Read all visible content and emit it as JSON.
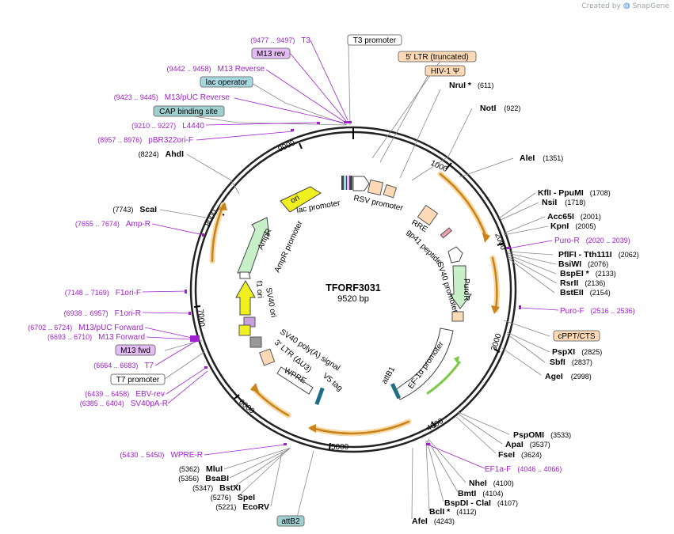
{
  "credit": {
    "prefix": "Created by",
    "brand": "SnapGene"
  },
  "center": {
    "name": "TFORF3031",
    "length": "9520 bp"
  },
  "ticks": [
    "1000",
    "2000",
    "3000",
    "4000",
    "5000",
    "6000",
    "7000",
    "8000",
    "9000"
  ],
  "right_sites": [
    {
      "name": "NruI *",
      "pos": "(611)"
    },
    {
      "name": "NotI",
      "pos": "(922)"
    },
    {
      "name": "AleI",
      "pos": "(1351)"
    },
    {
      "name": "KflI - PpuMI",
      "pos": "(1708)"
    },
    {
      "name": "NsiI",
      "pos": "(1718)"
    },
    {
      "name": "Acc65I",
      "pos": "(2001)"
    },
    {
      "name": "KpnI",
      "pos": "(2005)"
    },
    {
      "name": "PflFI - Tth111I",
      "pos": "(2062)"
    },
    {
      "name": "BsiWI",
      "pos": "(2076)"
    },
    {
      "name": "BspEI *",
      "pos": "(2133)"
    },
    {
      "name": "RsrII",
      "pos": "(2136)"
    },
    {
      "name": "BstEII",
      "pos": "(2154)"
    },
    {
      "name": "PspXI",
      "pos": "(2825)"
    },
    {
      "name": "SbfI",
      "pos": "(2837)"
    },
    {
      "name": "AgeI",
      "pos": "(2998)"
    },
    {
      "name": "PspOMI",
      "pos": "(3533)"
    },
    {
      "name": "ApaI",
      "pos": "(3537)"
    },
    {
      "name": "FseI",
      "pos": "(3624)"
    },
    {
      "name": "NheI",
      "pos": "(4100)"
    },
    {
      "name": "BmtI",
      "pos": "(4104)"
    },
    {
      "name": "BspDI - ClaI",
      "pos": "(4107)"
    },
    {
      "name": "BclI *",
      "pos": "(4112)"
    },
    {
      "name": "AfeI",
      "pos": "(4243)"
    }
  ],
  "left_sites": [
    {
      "name": "AhdI",
      "pos": "(8224)"
    },
    {
      "name": "ScaI",
      "pos": "(7743)"
    },
    {
      "name": "MluI",
      "pos": "(5362)"
    },
    {
      "name": "BsaBI",
      "pos": "(5356)"
    },
    {
      "name": "BstXI",
      "pos": "(5347)"
    },
    {
      "name": "SpeI",
      "pos": "(5276)"
    },
    {
      "name": "EcoRV",
      "pos": "(5221)"
    }
  ],
  "primers": [
    {
      "name": "T3",
      "pos": "(9477 .. 9497)"
    },
    {
      "name": "M13 Reverse",
      "pos": "(9442 .. 9458)"
    },
    {
      "name": "M13/pUC Reverse",
      "pos": "(9423 .. 9445)"
    },
    {
      "name": "L4440",
      "pos": "(9210 .. 9227)"
    },
    {
      "name": "pBR322ori-F",
      "pos": "(8957 .. 8976)"
    },
    {
      "name": "Amp-R",
      "pos": "(7655 .. 7674)"
    },
    {
      "name": "F1ori-F",
      "pos": "(7148 .. 7169)"
    },
    {
      "name": "F1ori-R",
      "pos": "(6938 .. 6957)"
    },
    {
      "name": "M13/pUC Forward",
      "pos": "(6702 .. 6724)"
    },
    {
      "name": "M13 Forward",
      "pos": "(6693 .. 6710)"
    },
    {
      "name": "T7",
      "pos": "(6664 .. 6683)"
    },
    {
      "name": "EBV-rev",
      "pos": "(6439 .. 6458)"
    },
    {
      "name": "SV40pA-R",
      "pos": "(6385 .. 6404)"
    },
    {
      "name": "WPRE-R",
      "pos": "(5430 .. 5450)"
    },
    {
      "name": "Puro-R",
      "pos": "(2020 .. 2039)"
    },
    {
      "name": "Puro-F",
      "pos": "(2516 .. 2536)"
    },
    {
      "name": "EF1a-F",
      "pos": "(4046 .. 4066)"
    }
  ],
  "boxes": {
    "t3_promoter": "T3 promoter",
    "m13_rev": "M13 rev",
    "lac_operator": "lac operator",
    "cap_site": "CAP binding site",
    "ltr5": "5' LTR (truncated)",
    "hiv_psi": "HIV-1 Ψ",
    "cppt": "cPPT/CTS",
    "m13_fwd": "M13 fwd",
    "t7_promoter": "T7 promoter",
    "attb2": "attB2"
  },
  "features": {
    "lac_promoter": "lac promoter",
    "rsv_promoter": "RSV promoter",
    "rre": "RRE",
    "gp41": "gp41 peptide",
    "sv40_promoter": "SV40 promoter",
    "puror": "PuroR",
    "ef1a": "EF-1α promoter",
    "attb1": "attB1",
    "ori": "ori",
    "ampr": "AmpR",
    "ampr_promoter": "AmpR promoter",
    "f1_ori": "f1 ori",
    "sv40_ori": "SV40 ori",
    "sv40_polya": "SV40 poly(A) signal",
    "ltr3": "3' LTR (ΔU3)",
    "v5_tag": "V5 tag",
    "wpre": "WPRE"
  },
  "colors": {
    "primer": "#a020d0",
    "orf_arc": "#e0a030",
    "site_line": "#888888",
    "ori_fill": "#f0f020",
    "ampr_fill": "#c8f0c8",
    "puror_fill": "#c8f0c8",
    "ltr_fill": "#fdd9b5",
    "lac_op_fill": "#a6d8e0",
    "cap_fill": "#9fcfcf",
    "mrev_fill": "#e3bdf3"
  }
}
